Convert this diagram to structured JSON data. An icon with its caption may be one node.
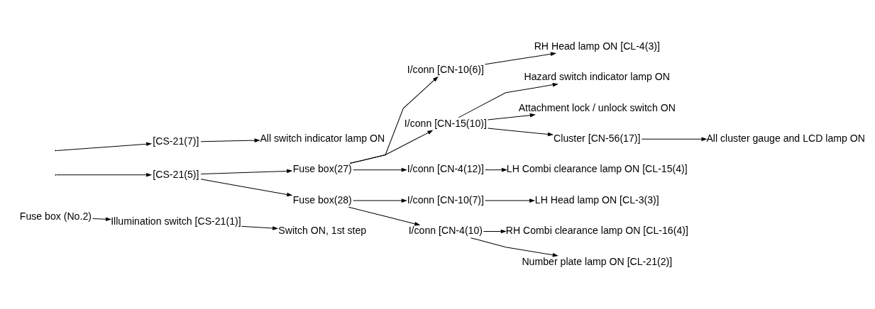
{
  "diagram": {
    "nodes": [
      {
        "text": [
          "Fuse box (No.2)"
        ]
      },
      {
        "text": [
          "Illumination switch [CS-21(1)]"
        ]
      },
      {
        "text": [
          "Switch ON, 1st step"
        ]
      },
      {
        "text": [
          "[CS-21(7)]"
        ]
      },
      {
        "text": [
          "All switch indicator lamp ON"
        ]
      },
      {
        "text": [
          "[CS-21(5)]"
        ]
      },
      {
        "text": [
          "Fuse box(27)"
        ]
      },
      {
        "text": [
          "I/conn [CN-4(12)]"
        ]
      },
      {
        "text": [
          "LH Combi clearance lamp ON [CL-15(4)]"
        ]
      },
      {
        "text": [
          "I/conn [CN-10(6)]"
        ]
      },
      {
        "text": [
          "RH Head lamp ON [CL-4(3)]"
        ]
      },
      {
        "text": [
          "I/conn [CN-15(10)]"
        ]
      },
      {
        "text": [
          "Cluster [CN-56(17)]"
        ]
      },
      {
        "text": [
          "All cluster gauge and LCD lamp ON"
        ]
      },
      {
        "text": [
          "Hazard switch indicator lamp ON"
        ]
      },
      {
        "text": [
          "Attachment lock / unlock switch ON"
        ]
      },
      {
        "text": [
          "Fuse box(28)"
        ]
      },
      {
        "text": [
          "I/conn [CN-4(10)"
        ]
      },
      {
        "text": [
          "Number plate lamp ON [CL-21(2)]"
        ]
      },
      {
        "text": [
          "RH Combi clearance lamp ON [CL-16(4)]"
        ]
      },
      {
        "text": [
          "I/conn [CN-10(7)]"
        ]
      },
      {
        "text": [
          "LH Head lamp ON [CL-3(3)]"
        ]
      }
    ],
    "edges": [
      {
        "from": 0,
        "to": 1,
        "arrow": "to"
      },
      {
        "from": 1,
        "to": 2,
        "arrow": "to"
      },
      {
        "from": null,
        "to": 3,
        "arrow": "to"
      },
      {
        "from": null,
        "to": 5,
        "arrow": "to"
      },
      {
        "from": 3,
        "to": 4,
        "arrow": "to"
      },
      {
        "from": 5,
        "to": 6,
        "arrow": "to"
      },
      {
        "from": 5,
        "to": 16,
        "arrow": "to"
      },
      {
        "from": 6,
        "to": 7,
        "arrow": "to"
      },
      {
        "from": 7,
        "to": 8,
        "arrow": "to"
      },
      {
        "from": 6,
        "to": 9,
        "arrow": "to"
      },
      {
        "from": 9,
        "to": 10,
        "arrow": "to"
      },
      {
        "from": 6,
        "to": 11,
        "arrow": "to"
      },
      {
        "from": 11,
        "to": 12,
        "arrow": "to"
      },
      {
        "from": 12,
        "to": 13,
        "arrow": "to"
      },
      {
        "from": 11,
        "to": 14,
        "arrow": "to"
      },
      {
        "from": 11,
        "to": 15,
        "arrow": "to"
      },
      {
        "from": 16,
        "to": 17,
        "arrow": "to"
      },
      {
        "from": 17,
        "to": 18,
        "arrow": "to"
      },
      {
        "from": 17,
        "to": 19,
        "arrow": "to"
      },
      {
        "from": 16,
        "to": 20,
        "arrow": "to"
      },
      {
        "from": 20,
        "to": 21,
        "arrow": "to"
      }
    ]
  }
}
